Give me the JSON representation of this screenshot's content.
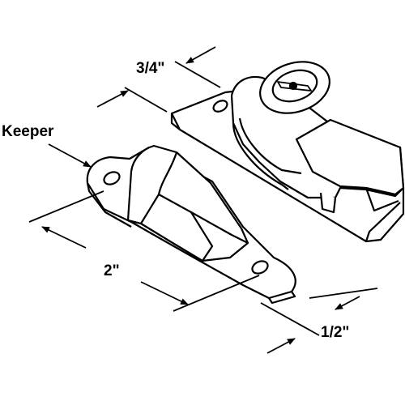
{
  "callouts": {
    "keeper_label": "Keeper"
  },
  "dimensions": {
    "width_lock": "3/4\"",
    "length_keeper": "2\"",
    "width_keeper": "1/2\""
  },
  "colors": {
    "line": "#000000",
    "fill": "#ffffff"
  }
}
